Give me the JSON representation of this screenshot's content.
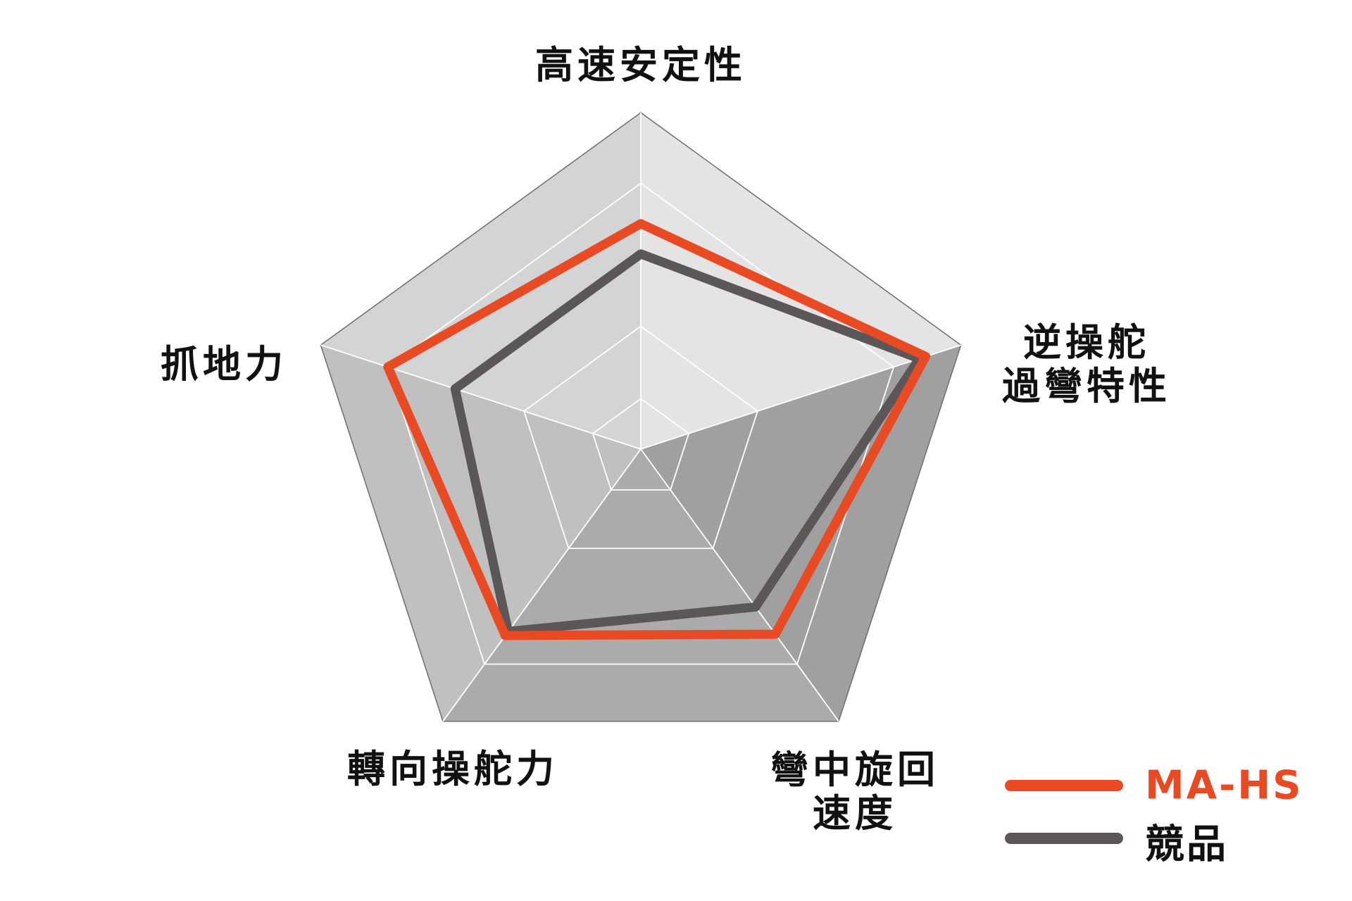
{
  "chart_data": {
    "type": "radar",
    "axes": [
      "高速安定性",
      "逆操舵過彎特性",
      "彎中旋回速度",
      "轉向操舵力",
      "抓地力"
    ],
    "axis_labels": [
      [
        "高速安定性"
      ],
      [
        "逆操舵",
        "過彎特性"
      ],
      [
        "彎中旋回",
        "速度"
      ],
      [
        "轉向操舵力"
      ],
      [
        "抓地力"
      ]
    ],
    "range": [
      0,
      1
    ],
    "grid_levels": [
      0.15,
      0.365,
      0.79,
      1.0
    ],
    "series": [
      {
        "name": "MA-HS",
        "color": "#e84a23",
        "values": [
          0.67,
          0.89,
          0.68,
          0.685,
          0.79
        ]
      },
      {
        "name": "競品",
        "color": "#5b5758",
        "values": [
          0.58,
          0.87,
          0.58,
          0.67,
          0.58
        ]
      }
    ],
    "sector_colors": [
      "#e4e4e5",
      "#a0a0a0",
      "#ababab",
      "#c0c0c0",
      "#d3d4d6"
    ],
    "legend_position": "bottom-right"
  }
}
